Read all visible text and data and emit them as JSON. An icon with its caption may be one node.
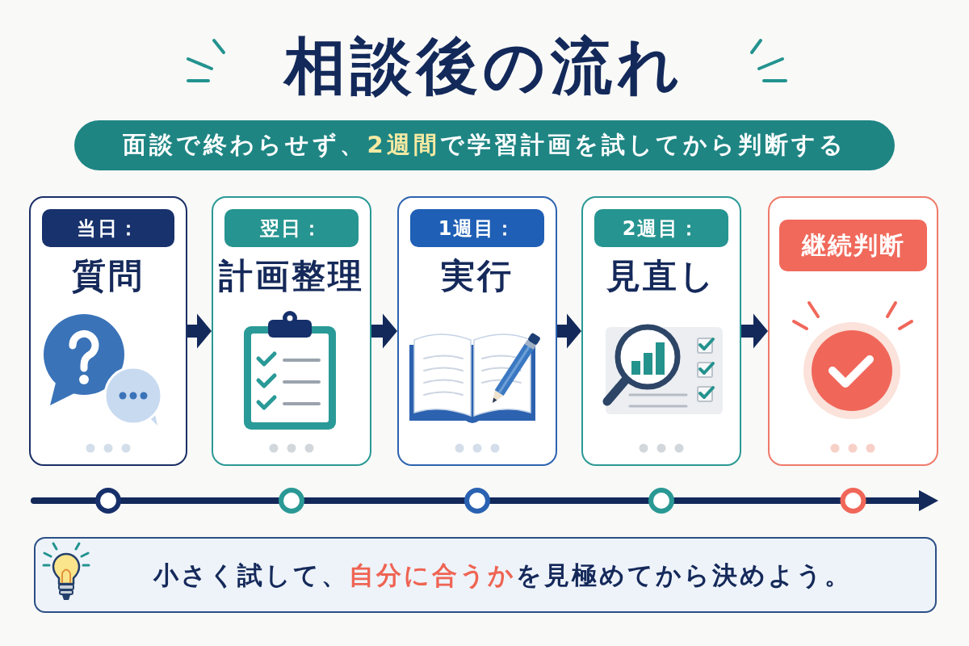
{
  "diagram": {
    "title": "相談後の流れ",
    "nodes": [
      {
        "text": [
          "面談で終わらせず、**2週間**で学習計画を試してから判断する"
        ]
      },
      {
        "text": [
          "当日：",
          "質問"
        ]
      },
      {
        "text": [
          "翌日：",
          "計画整理"
        ]
      },
      {
        "text": [
          "1週目：",
          "実行"
        ]
      },
      {
        "text": [
          "2週目：",
          "見直し"
        ]
      },
      {
        "text": [
          "継続判断"
        ]
      },
      {
        "text": [
          "小さく試して、**自分に合うか**を見極めてから決めよう。"
        ]
      }
    ],
    "edges": [
      {
        "from": 1,
        "to": 2,
        "arrow": "to"
      },
      {
        "from": 2,
        "to": 3,
        "arrow": "to"
      },
      {
        "from": 3,
        "to": 4,
        "arrow": "to"
      },
      {
        "from": 4,
        "to": 5,
        "arrow": "to"
      }
    ]
  }
}
